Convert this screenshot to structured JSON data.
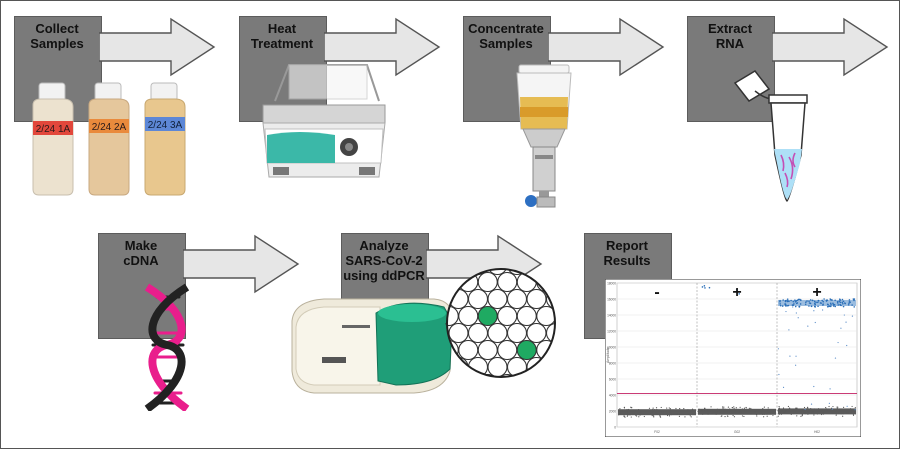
{
  "steps": [
    {
      "label": "Collect\nSamples"
    },
    {
      "label": "Heat\nTreatment"
    },
    {
      "label": "Concentrate\nSamples"
    },
    {
      "label": "Extract\nRNA"
    },
    {
      "label": "Make\ncDNA"
    },
    {
      "label": "Analyze\nSARS-CoV-2\nusing ddPCR"
    },
    {
      "label": "Report\nResults"
    }
  ],
  "bottles": [
    {
      "tag": "2/24 1A",
      "tag_color": "#e2473b"
    },
    {
      "tag": "2/24 2A",
      "tag_color": "#e98a3c"
    },
    {
      "tag": "2/24 3A",
      "tag_color": "#5d87d6"
    }
  ],
  "chart_data": {
    "type": "scatter",
    "panel_signs": [
      "-",
      "+",
      "+"
    ],
    "ylabel": "Amplitude",
    "y_ticks": [
      "18000",
      "16000",
      "14000",
      "12000",
      "10000",
      "8000",
      "6000",
      "4000",
      "2000",
      "0"
    ],
    "x_ticks": [
      "F02",
      "G02",
      "H02"
    ],
    "threshold": 4200,
    "ylim": [
      0,
      18000
    ],
    "panels": [
      {
        "negative_band": 1850,
        "positive_band": null,
        "positive_count": 0
      },
      {
        "negative_band": 1900,
        "positive_band": 17200,
        "positive_count": 6
      },
      {
        "negative_band": 1950,
        "positive_band": 15500,
        "positive_count": 120
      }
    ]
  }
}
